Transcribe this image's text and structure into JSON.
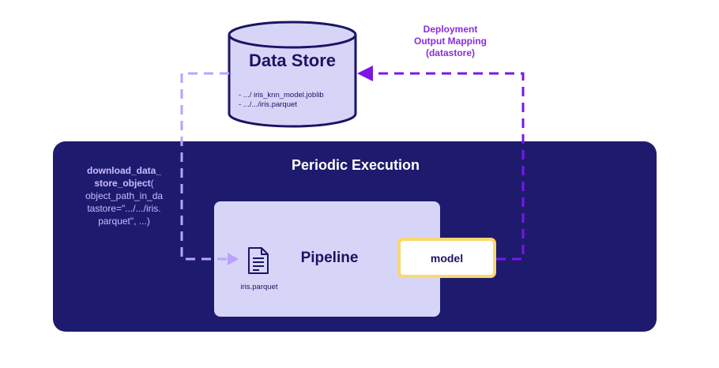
{
  "data_store": {
    "title": "Data Store",
    "files": [
      "- .../  iris_knn_model.joblib",
      "- .../.../iris.parquet"
    ]
  },
  "deployment_label": {
    "line1": "Deployment",
    "line2": "Output Mapping",
    "line3": "(datastore)"
  },
  "periodic": {
    "title": "Periodic Execution"
  },
  "download": {
    "bold1": "download_data_",
    "bold2": "store_object",
    "rest1": "(",
    "line3": "object_path_in_da",
    "line4": "tastore=\".../.../iris.",
    "line5": "parquet\", ...)"
  },
  "pipeline": {
    "title": "Pipeline",
    "file_label": "iris.parquet",
    "model_label": "model"
  },
  "colors": {
    "panel": "#1e1b6e",
    "pipeline_bg": "#d7d5f7",
    "model_border": "#fcd76b",
    "deploy_arrow": "#7b16e6",
    "download_arrow": "#b9a2ff"
  }
}
